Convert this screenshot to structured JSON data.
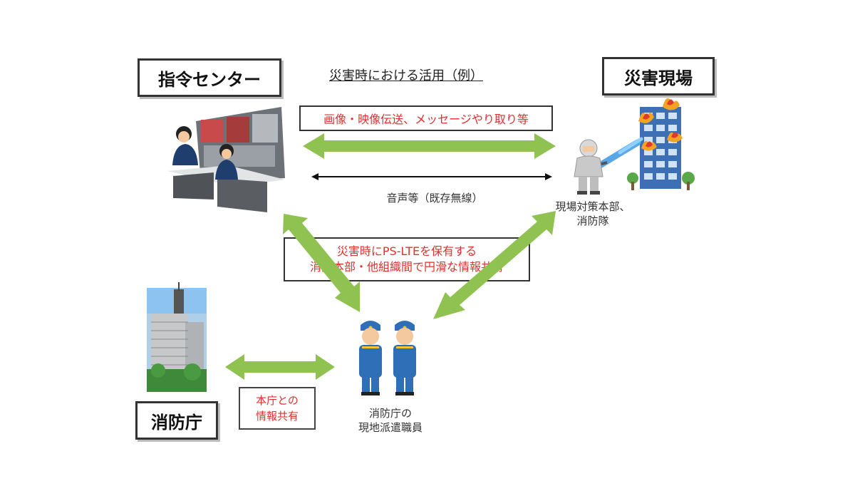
{
  "title": "災害時における活用（例）",
  "nodes": {
    "command_center": "指令センター",
    "disaster_site": "災害現場",
    "fdma": "消防庁"
  },
  "messages": {
    "top_red": "画像・映像伝送、メッセージやり取り等",
    "voice": "音声等（既存無線）",
    "center_red_line1": "災害時にPS-LTEを保有する",
    "center_red_line2": "消防本部・他組織間で円滑な情報共有",
    "hq_share_line1": "本庁との",
    "hq_share_line2": "情報共有"
  },
  "captions": {
    "site_line1": "現場対策本部、",
    "site_line2": "消防隊",
    "staff_line1": "消防庁の",
    "staff_line2": "現地派遣職員"
  },
  "colors": {
    "arrow_green": "#8fc250",
    "red_text": "#e03030",
    "uniform_blue": "#2f6fb8"
  }
}
